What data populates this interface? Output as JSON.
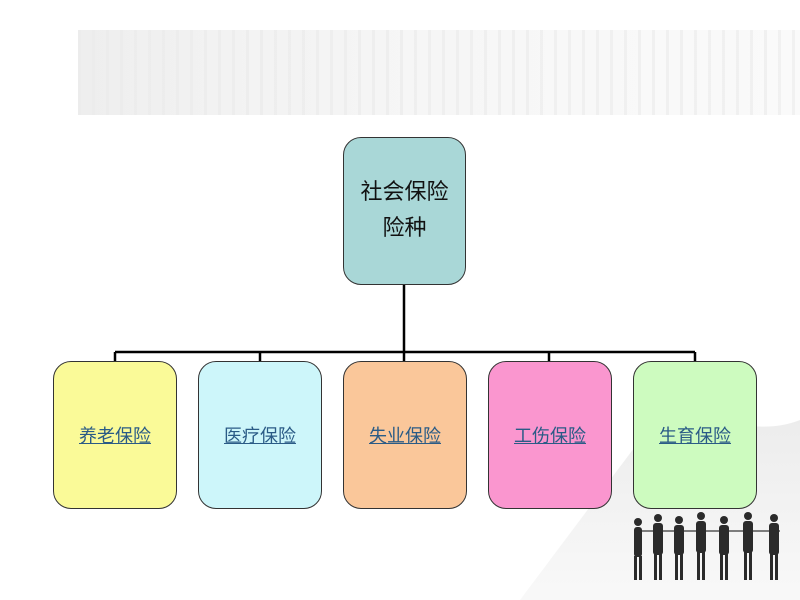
{
  "root": {
    "line1": "社会保险",
    "line2": "险种"
  },
  "children": [
    {
      "label": "养老保险",
      "color": "#fafa98"
    },
    {
      "label": "医疗保险",
      "color": "#cdf6fa"
    },
    {
      "label": "失业保险",
      "color": "#fac79a"
    },
    {
      "label": "工伤保险",
      "color": "#fa96cf"
    },
    {
      "label": "生育保险",
      "color": "#cdfbbf"
    }
  ],
  "decor": {
    "root_color": "#a9d7d7",
    "line_color": "#000000",
    "link_color": "#2a5b86"
  }
}
